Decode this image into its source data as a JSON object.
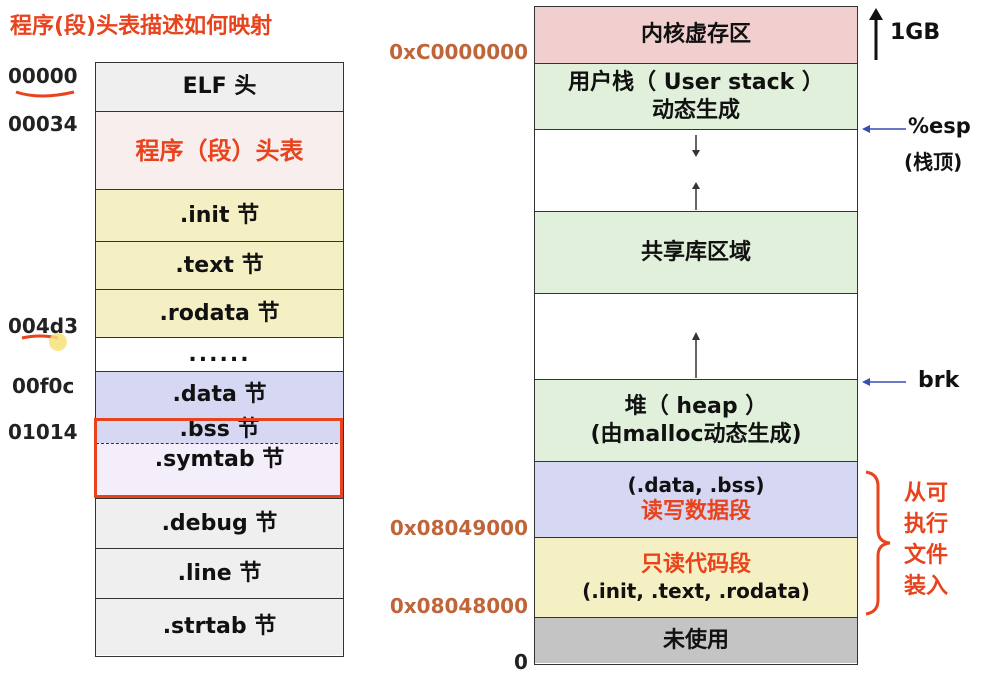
{
  "title": "程序(段)头表描述如何映射",
  "left": {
    "addresses": [
      "00000",
      "00034",
      "004d3",
      "00f0c",
      "01014"
    ],
    "sections": {
      "elf": "ELF 头",
      "phdr": "程序（段）头表",
      "init": ".init 节",
      "text": ".text 节",
      "rodata": ".rodata 节",
      "dots": "......",
      "data": ".data 节",
      "bss": ".bss 节",
      "symtab": ".symtab 节",
      "debug": ".debug 节",
      "line": ".line 节",
      "strtab": ".strtab 节"
    },
    "colors": {
      "gray": "#efefef",
      "yellow": "#f5f0c4",
      "blue": "#d6d8f3",
      "lavender": "#f3eef9",
      "highlight": "#e8431d"
    }
  },
  "right": {
    "addresses": {
      "kernel": "0xC0000000",
      "rw": "0x08049000",
      "ro": "0x08048000",
      "zero": "0"
    },
    "regions": {
      "kernel": "内核虚存区",
      "stack_l1": "用户栈（ User stack ）",
      "stack_l2": "动态生成",
      "shared": "共享库区域",
      "heap_l1": "堆（ heap ）",
      "heap_l2": "(由malloc动态生成)",
      "rw_l1": "(.data, .bss)",
      "rw_l2": "读写数据段",
      "ro_l1": "只读代码段",
      "ro_l2": "(.init, .text, .rodata)",
      "unused": "未使用"
    },
    "side": {
      "gb": "1GB",
      "esp_l1": "%esp",
      "esp_l2": "(栈顶)",
      "brk": "brk",
      "load": [
        "从可",
        "执行",
        "文件",
        "装入"
      ]
    },
    "colors": {
      "kernel": "#f2cfcf",
      "green": "#e0f0da",
      "blue": "#d6d8f3",
      "yellow": "#f5f0c4",
      "gray": "#c4c4c4"
    }
  }
}
